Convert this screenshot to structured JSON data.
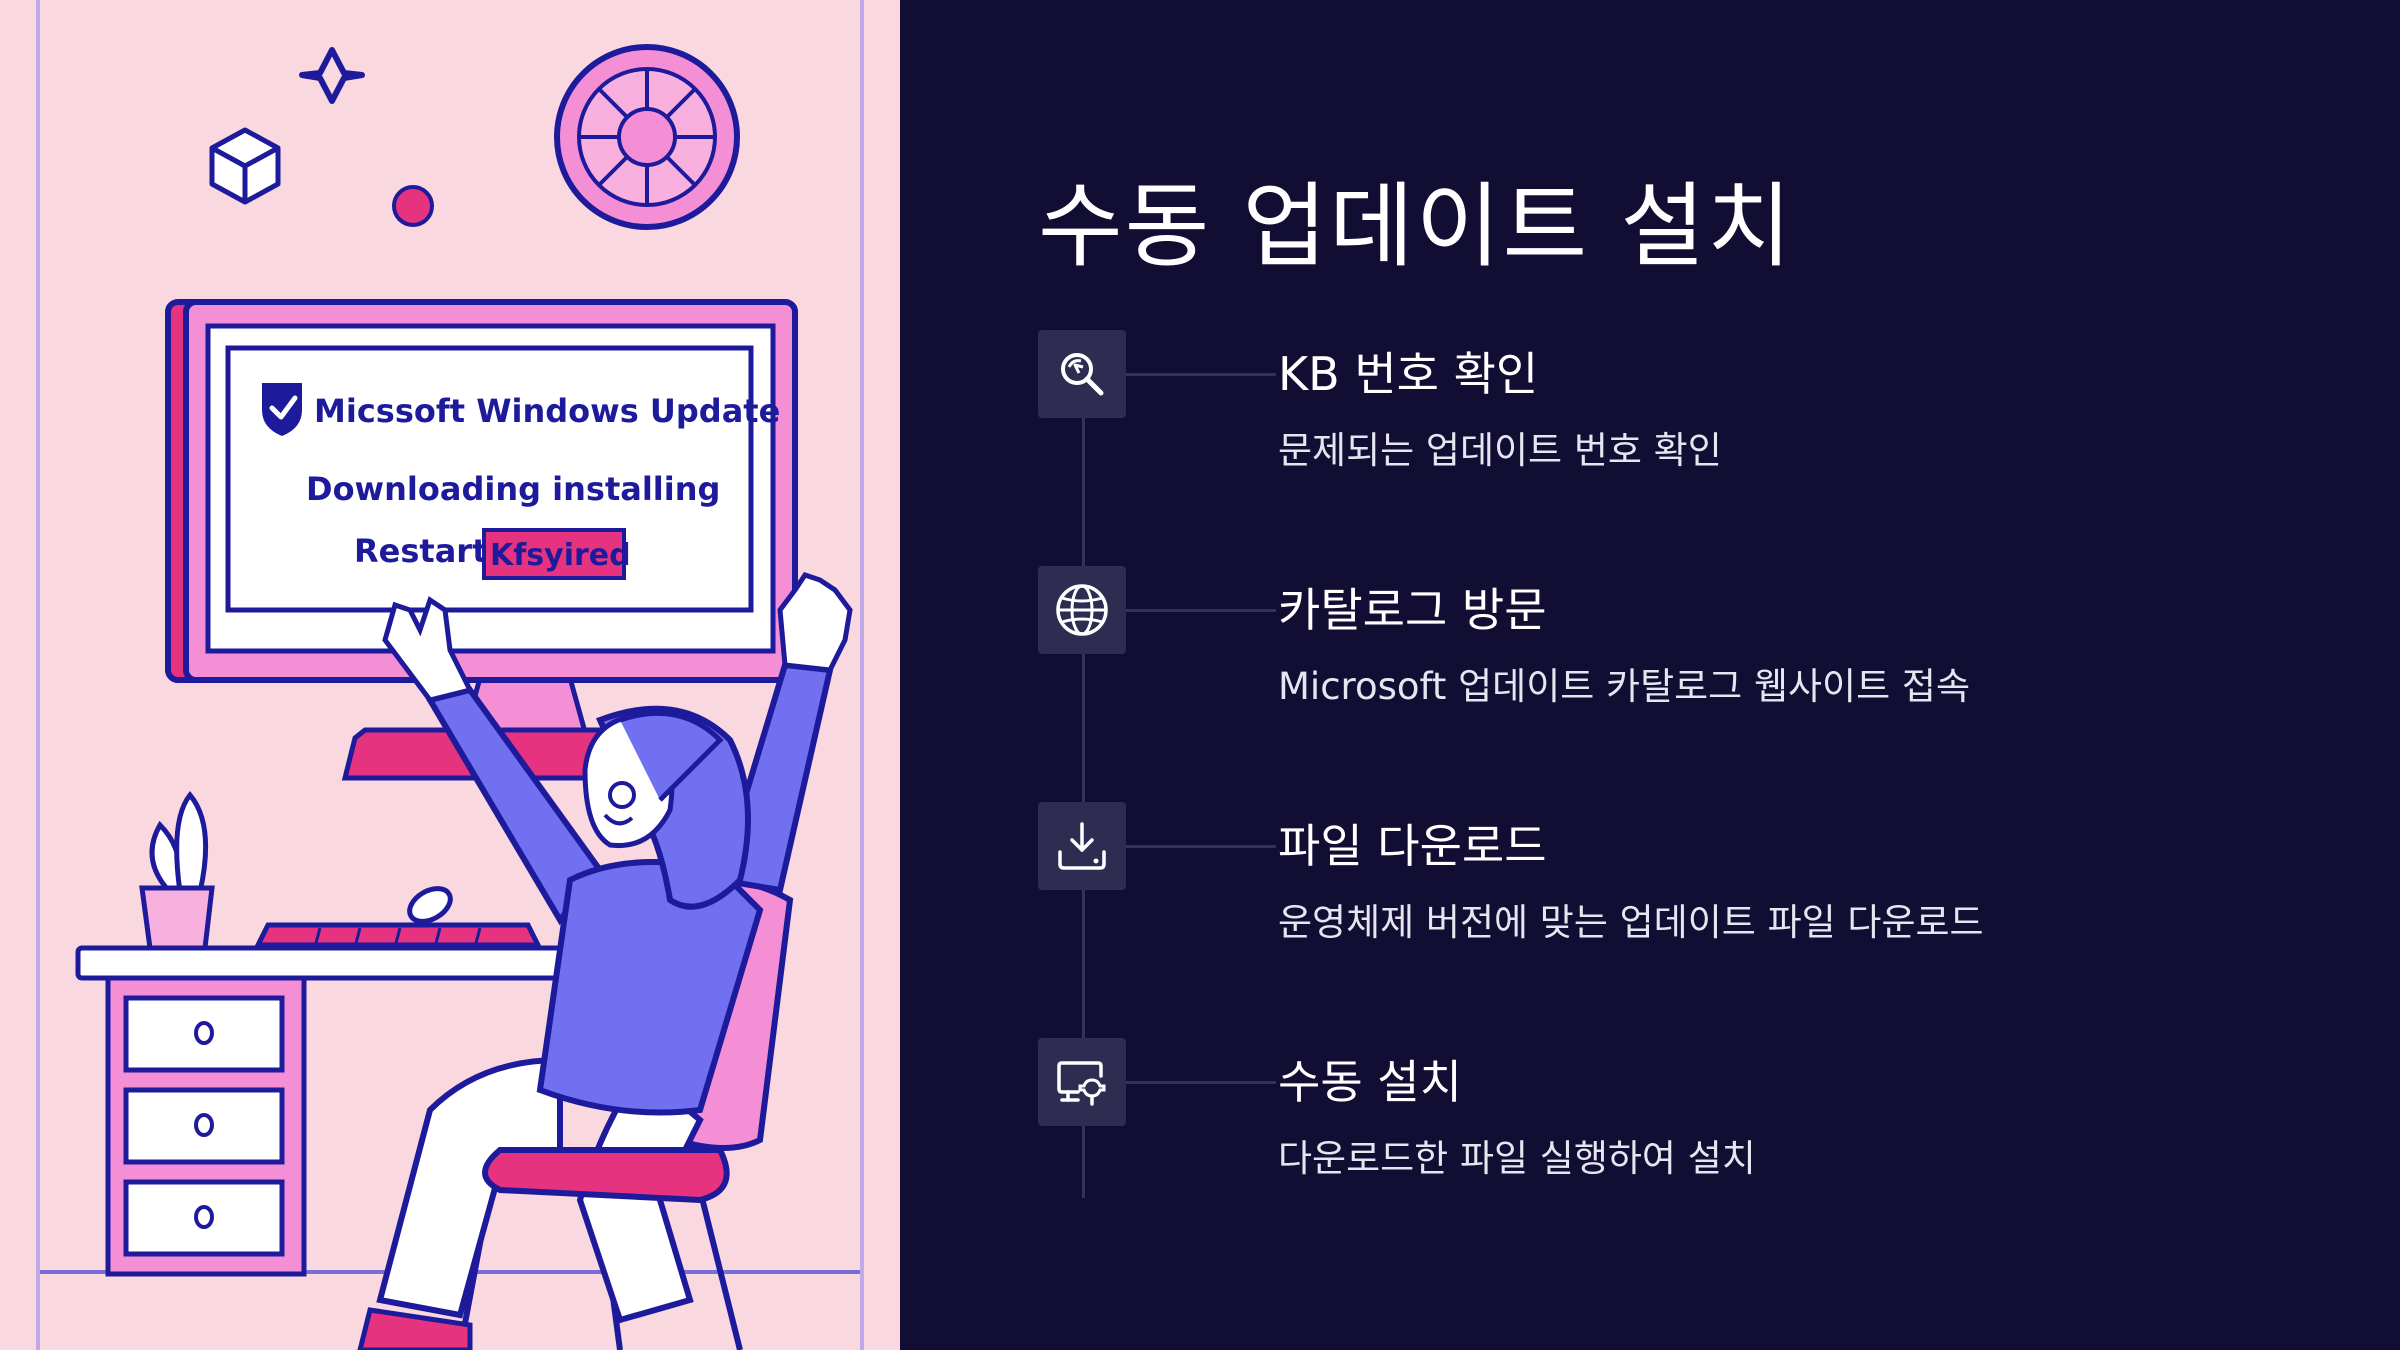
{
  "title": "수동 업데이트 설치",
  "illustration": {
    "screen_line1": "Micssoft Windows Update",
    "screen_line2": "Downloading installing",
    "screen_line3": "Restart",
    "screen_highlight": "Kfsyired"
  },
  "steps": [
    {
      "icon": "search-icon",
      "title": "KB 번호 확인",
      "description": "문제되는 업데이트 번호 확인"
    },
    {
      "icon": "globe-icon",
      "title": "카탈로그 방문",
      "description": "Microsoft 업데이트 카탈로그 웹사이트 접속"
    },
    {
      "icon": "download-icon",
      "title": "파일 다운로드",
      "description": "운영체제 버전에 맞는 업데이트 파일 다운로드"
    },
    {
      "icon": "install-icon",
      "title": "수동 설치",
      "description": "다운로드한 파일 실행하여 설치"
    }
  ],
  "colors": {
    "background_dark": "#110d33",
    "illustration_bg": "#f9d8e0",
    "accent_pink": "#f48fd6",
    "accent_magenta": "#e6337f",
    "accent_blue": "#1e1a9c",
    "accent_purple": "#7170f0",
    "icon_box": "#2e2c50"
  }
}
